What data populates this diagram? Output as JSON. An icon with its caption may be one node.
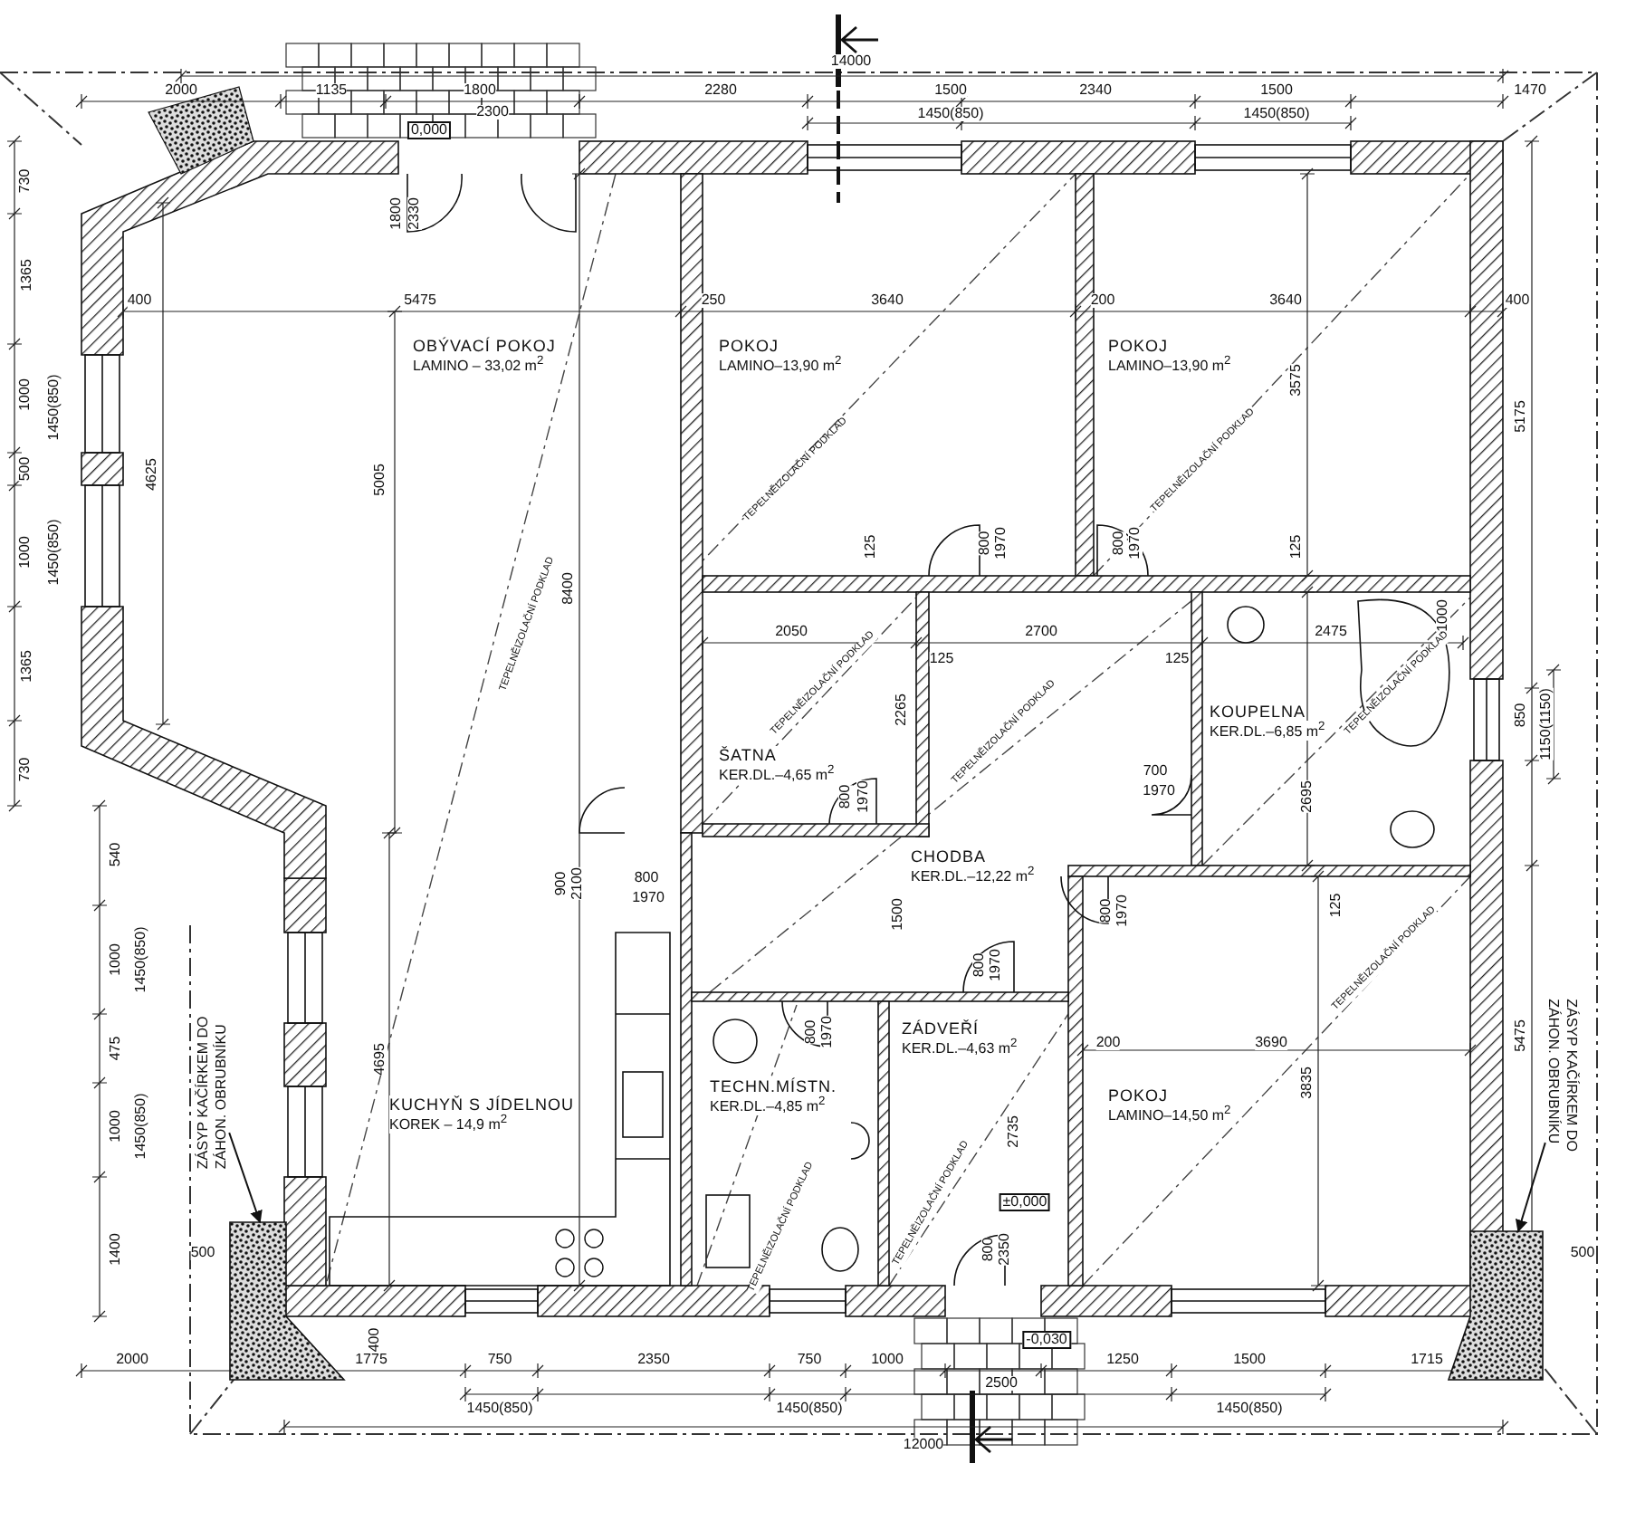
{
  "diagram": {
    "nodes": [
      {
        "text": [
          "OBÝVACÍ POKOJ",
          "LAMINO – 33,02 m$^{2}$"
        ]
      },
      {
        "text": [
          "POKOJ",
          "LAMINO–13,90 m$^{2}$"
        ]
      },
      {
        "text": [
          "POKOJ",
          "LAMINO–13,90 m$^{2}$"
        ]
      },
      {
        "text": [
          "ŠATNA",
          "KER.DL.–4,65 m$^{2}$"
        ]
      },
      {
        "text": [
          "KOUPELNA",
          "KER.DL.–6,85 m$^{2}$"
        ]
      },
      {
        "text": [
          "CHODBA",
          "KER.DL.–12,22 m$^{2}$"
        ]
      },
      {
        "text": [
          "KUCHYŇ S JÍDELNOU",
          "KOREK – 14,9 m$^{2}$"
        ]
      },
      {
        "text": [
          "TECHN.MÍSTN.",
          "KER.DL.–4,85 m$^{2}$"
        ]
      },
      {
        "text": [
          "ZÁDVEŘÍ",
          "KER.DL.–4,63 m$^{2}$"
        ]
      },
      {
        "text": [
          "POKOJ",
          "LAMINO–14,50 m$^{2}$"
        ]
      },
      {
        "text": [
          "ZÁSYP KAČÍRKEM DO ZÁHON. OBRUBNÍKU"
        ]
      },
      {
        "text": [],
        "shape": "box"
      },
      {
        "text": [
          "ZÁSYP KAČÍRKEM DO ZÁHON. OBRUBNÍKU"
        ]
      },
      {
        "text": [],
        "shape": "box"
      }
    ],
    "edges": [
      {
        "from": 10,
        "to": 11,
        "arrow": "to"
      },
      {
        "from": 12,
        "to": 13,
        "arrow": "to"
      }
    ],
    "labels": [
      "14000",
      "2000",
      "1135",
      "1800",
      "2280",
      "1500",
      "2340",
      "1500",
      "1470",
      "2300",
      "0,000",
      "1450(850)",
      "1450(850)",
      "730",
      "1365",
      "1000",
      "1450(850)",
      "500",
      "1000",
      "1450(850)",
      "1365",
      "730",
      "540",
      "1000",
      "1450(850)",
      "475",
      "1000",
      "1450(850)",
      "1400",
      "500",
      "1800",
      "2330",
      "400",
      "5475",
      "4625",
      "5005",
      "8400",
      "250",
      "3640",
      "200",
      "3640",
      "400",
      "3575",
      "5175",
      "125",
      "800",
      "1970",
      "800",
      "1970",
      "125",
      "2050",
      "2700",
      "2475",
      "1000",
      "125",
      "125",
      "2265",
      "800",
      "1970",
      "700",
      "1970",
      "2695",
      "850",
      "1150(1150)",
      "900",
      "2100",
      "800",
      "1970",
      "1500",
      "800",
      "1970",
      "800",
      "1970",
      "800",
      "1970",
      "125",
      "200",
      "3690",
      "3835",
      "5475",
      "4695",
      "2735",
      "±0,000",
      "800",
      "2350",
      "500",
      "400",
      "-0,030",
      "2000",
      "1775",
      "750",
      "2350",
      "750",
      "1000",
      "1250",
      "1500",
      "1715",
      "2500",
      "1450(850)",
      "1450(850)",
      "1450(850)",
      "12000",
      "TEPELNĚIZOLAČNÍ PODKLAD",
      "TEPELNĚIZOLAČNÍ PODKLAD",
      "TEPELNĚIZOLAČNÍ PODKLAD",
      "TEPELNĚIZOLAČNÍ PODKLAD",
      "TEPELNĚIZOLAČNÍ PODKLAD",
      "TEPELNĚIZOLAČNÍ PODKLAD",
      "TEPELNĚIZOLAČNÍ PODKLAD",
      "TEPELNĚIZOLAČNÍ PODKLAD",
      "TEPELNĚIZOLAČNÍ PODKLAD"
    ]
  }
}
